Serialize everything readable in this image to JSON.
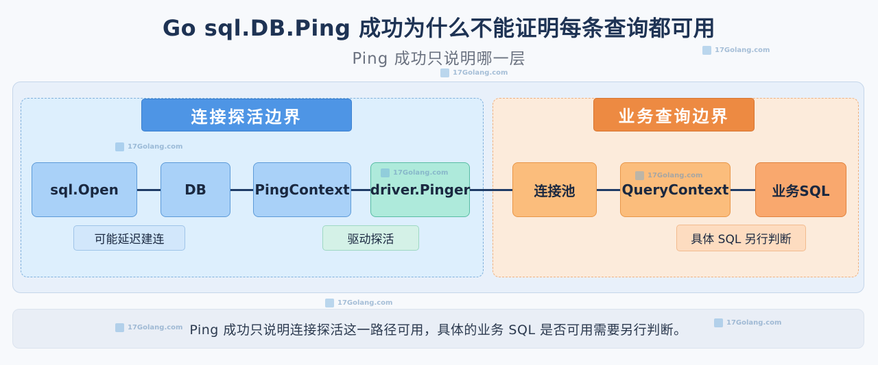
{
  "title": "Go sql.DB.Ping 成功为什么不能证明每条查询都可用",
  "subtitle": "Ping 成功只说明哪一层",
  "zones": {
    "connection_probe": {
      "header": "连接探活边界"
    },
    "business_query": {
      "header": "业务查询边界"
    }
  },
  "nodes": {
    "sql_open": "sql.Open",
    "db": "DB",
    "ping_context": "PingContext",
    "driver_pinger": "driver.Pinger",
    "conn_pool": "连接池",
    "query_context": "QueryContext",
    "business_sql": "业务SQL"
  },
  "tags": {
    "lazy_connect": "可能延迟建连",
    "driver_probe": "驱动探活",
    "sql_judge": "具体 SQL 另行判断"
  },
  "footer": "Ping 成功只说明连接探活这一路径可用，具体的业务 SQL 是否可用需要另行判断。",
  "watermark": "17Golang.com",
  "colors": {
    "title": "#1e3354",
    "link": "#1f3b66",
    "blue_header": "#4e95e5",
    "orange_header": "#ed8a42"
  }
}
